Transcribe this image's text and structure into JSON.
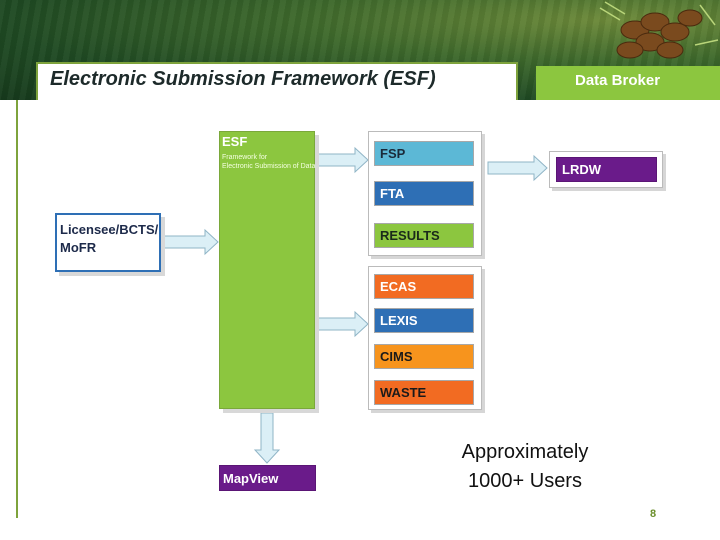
{
  "slide": {
    "title": "Electronic Submission Framework (ESF)",
    "data_broker_label": "Data Broker",
    "users_text_line1": "Approximately",
    "users_text_line2": "1000+ Users",
    "page_number": "8"
  },
  "nodes": {
    "esf": {
      "label": "ESF",
      "sublabel_line1": "Framework for",
      "sublabel_line2": "Electronic Submission of Data",
      "color": "#8cc63f"
    },
    "licensee": {
      "label_line1": "Licensee/BCTS/",
      "label_line2": "MoFR"
    },
    "fsp": {
      "label": "FSP",
      "color": "#5cb8d6"
    },
    "fta": {
      "label": "FTA",
      "color": "#2e6fb5"
    },
    "results": {
      "label": "RESULTS",
      "color": "#8cc63f"
    },
    "lrdw": {
      "label": "LRDW",
      "color": "#6a1b8a"
    },
    "ecas": {
      "label": "ECAS",
      "color": "#f26b22"
    },
    "lexis": {
      "label": "LEXIS",
      "color": "#2e6fb5"
    },
    "cims": {
      "label": "CIMS",
      "color": "#f7941d"
    },
    "waste": {
      "label": "WASTE",
      "color": "#f26b22"
    },
    "mapview": {
      "label": "MapView",
      "color": "#6a1b8a"
    }
  },
  "colors": {
    "arrow_fill": "#dbeff6",
    "arrow_stroke": "#8fb4c6",
    "accent_green": "#8cc63f",
    "banner_green": "#2f5a26"
  }
}
